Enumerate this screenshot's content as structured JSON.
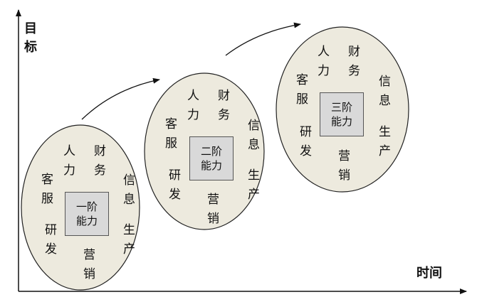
{
  "axes": {
    "y_label_line1": "目",
    "y_label_line2": "标",
    "x_label": "时间"
  },
  "stages": [
    {
      "core_line1": "一阶",
      "core_line2": "能力",
      "labels": {
        "ren": "人",
        "li": "力",
        "cai": "财",
        "wu": "务",
        "ke": "客",
        "fu": "服",
        "yan": "研",
        "fa": "发",
        "xin": "信",
        "xi": "息",
        "sheng": "生",
        "chan": "产",
        "ying": "营",
        "xiao": "销"
      }
    },
    {
      "core_line1": "二阶",
      "core_line2": "能力",
      "labels": {
        "ren": "人",
        "li": "力",
        "cai": "财",
        "wu": "务",
        "ke": "客",
        "fu": "服",
        "yan": "研",
        "fa": "发",
        "xin": "信",
        "xi": "息",
        "sheng": "生",
        "chan": "产",
        "ying": "营",
        "xiao": "销"
      }
    },
    {
      "core_line1": "三阶",
      "core_line2": "能力",
      "labels": {
        "ren": "人",
        "li": "力",
        "cai": "财",
        "wu": "务",
        "ke": "客",
        "fu": "服",
        "yan": "研",
        "fa": "发",
        "xin": "信",
        "xi": "息",
        "sheng": "生",
        "chan": "产",
        "ying": "营",
        "xiao": "销"
      }
    }
  ],
  "colors": {
    "ellipse_fill": "#edeade",
    "ellipse_stroke": "#222222",
    "core_fill": "#d9d9d9"
  }
}
